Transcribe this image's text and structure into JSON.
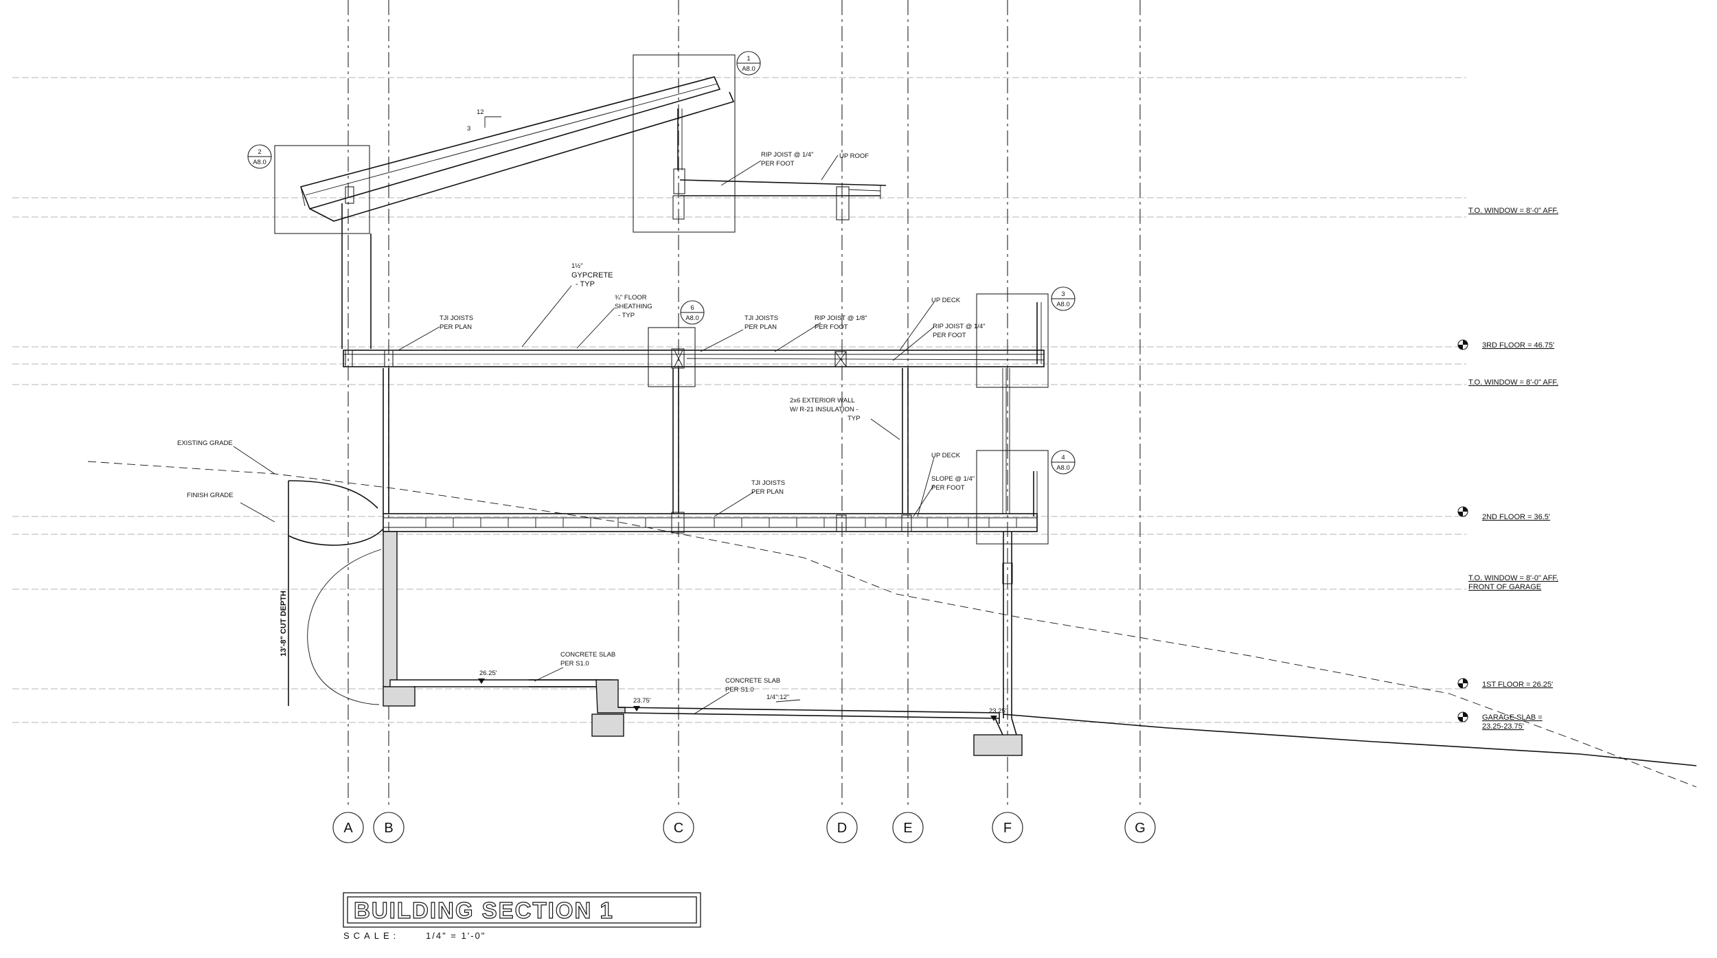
{
  "title": "BUILDING SECTION 1",
  "scale": {
    "label": "SCALE:",
    "value": "1/4\" = 1'-0\""
  },
  "grid_bubbles": [
    "A",
    "B",
    "C",
    "D",
    "E",
    "F",
    "G"
  ],
  "detail_callouts": [
    {
      "number": "1",
      "sheet": "A8.0"
    },
    {
      "number": "2",
      "sheet": "A8.0"
    },
    {
      "number": "3",
      "sheet": "A8.0"
    },
    {
      "number": "4",
      "sheet": "A8.0"
    },
    {
      "number": "6",
      "sheet": "A8.0"
    }
  ],
  "level_labels": {
    "to_window_upper": "T.O. WINDOW = 8'-0\" AFF.",
    "third_floor": "3RD FLOOR = 46.75'",
    "to_window_mid": "T.O. WINDOW = 8'-0\" AFF.",
    "second_floor": "2ND FLOOR = 36.5'",
    "to_window_lower": "T.O. WINDOW = 8'-0\" AFF.",
    "front_of_garage": "FRONT OF GARAGE",
    "first_floor": "1ST FLOOR = 26.25'",
    "garage_slab_1": "GARAGE SLAB =",
    "garage_slab_2": "23.25-23.75'"
  },
  "annotations": {
    "roof_slope_rise": "12",
    "roof_slope_run": "3",
    "rip_joist_1": "RIP JOIST @ 1/4\"",
    "rip_joist_1b": "PER FOOT",
    "up_roof": "UP ROOF",
    "gypcrete_1": "1½\"",
    "gypcrete_2": "GYPCRETE",
    "gypcrete_3": "- TYP",
    "floor_sheathing_1": "¾\" FLOOR",
    "floor_sheathing_2": "SHEATHING",
    "floor_sheathing_3": "- TYP",
    "tji_1a": "TJI JOISTS",
    "tji_1b": "PER PLAN",
    "tji_2a": "TJI JOISTS",
    "tji_2b": "PER PLAN",
    "rip_joist_2a": "RIP JOIST @ 1/8\"",
    "rip_joist_2b": "PER FOOT",
    "up_deck_1": "UP DECK",
    "rip_joist_3a": "RIP JOIST @ 1/4\"",
    "rip_joist_3b": "PER FOOT",
    "ext_wall_1": "2x6 EXTERIOR WALL",
    "ext_wall_2": "W/ R-21 INSULATION -",
    "ext_wall_3": "TYP",
    "up_deck_2": "UP DECK",
    "slope_1": "SLOPE @ 1/4\"",
    "slope_2": "PER FOOT",
    "tji_3a": "TJI JOISTS",
    "tji_3b": "PER PLAN",
    "existing_grade": "EXISTING GRADE",
    "finish_grade": "FINISH GRADE",
    "cut_depth": "13'-8\" CUT DEPTH",
    "elev_2625": "26.25'",
    "concrete_slab_1a": "CONCRETE SLAB",
    "concrete_slab_1b": "PER S1.0",
    "elev_2375": "23.75'",
    "concrete_slab_2a": "CONCRETE SLAB",
    "concrete_slab_2b": "PER S1.0",
    "slab_slope": "1/4\":12\"",
    "elev_2325": "23.25'"
  }
}
